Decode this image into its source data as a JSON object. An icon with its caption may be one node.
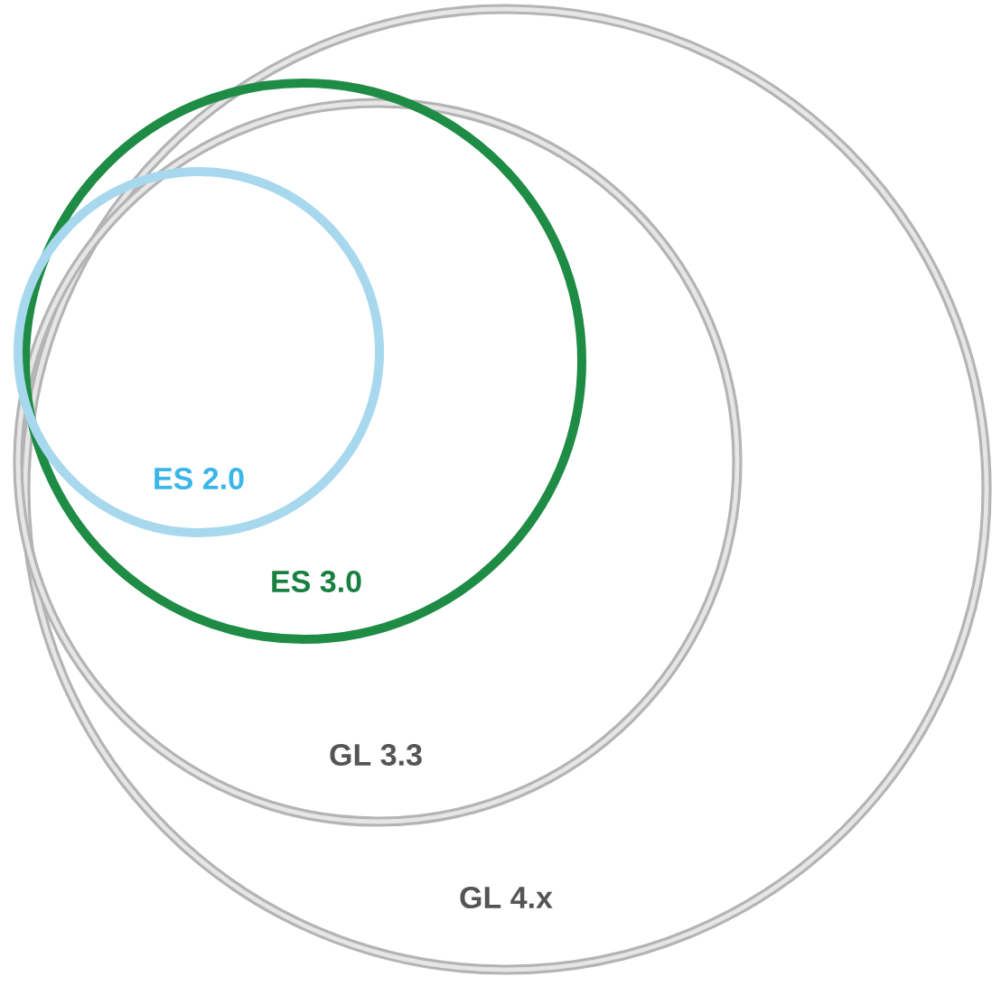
{
  "diagram": {
    "nodes": [
      {
        "text": [
          "GL 4.x"
        ]
      },
      {
        "text": [
          "GL 3.3"
        ],
        "in": 0
      },
      {
        "text": [
          "ES 3.0"
        ],
        "in": 1
      },
      {
        "text": [
          "ES 2.0"
        ],
        "in": 2
      }
    ]
  }
}
